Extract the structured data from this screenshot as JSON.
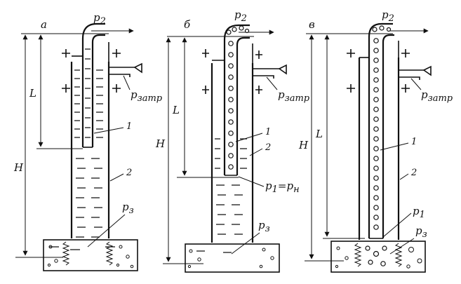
{
  "panels": [
    {
      "letter": "а",
      "labels": {
        "outlet_pressure": "p",
        "outlet_pressure_sub": "2",
        "annulus_pressure": "p",
        "annulus_pressure_sub": "затр",
        "tube_number": "1",
        "casing_number": "2",
        "bottom_pressure": "p",
        "bottom_pressure_sub": "з",
        "height_H": "H",
        "length_L": "L"
      }
    },
    {
      "letter": "б",
      "labels": {
        "outlet_pressure": "p",
        "outlet_pressure_sub": "2",
        "annulus_pressure": "p",
        "annulus_pressure_sub": "затр",
        "tube_number": "1",
        "casing_number": "2",
        "shoe_pressure": "p",
        "shoe_pressure_sub": "1",
        "shoe_equals": "=p",
        "shoe_equals_sub": "н",
        "bottom_pressure": "p",
        "bottom_pressure_sub": "з",
        "height_H": "H",
        "length_L": "L"
      }
    },
    {
      "letter": "в",
      "labels": {
        "outlet_pressure": "p",
        "outlet_pressure_sub": "2",
        "annulus_pressure": "p",
        "annulus_pressure_sub": "затр",
        "tube_number": "1",
        "casing_number": "2",
        "shoe_pressure": "p",
        "shoe_pressure_sub": "1",
        "bottom_pressure": "p",
        "bottom_pressure_sub": "з",
        "height_H": "H",
        "length_L": "L"
      }
    }
  ]
}
